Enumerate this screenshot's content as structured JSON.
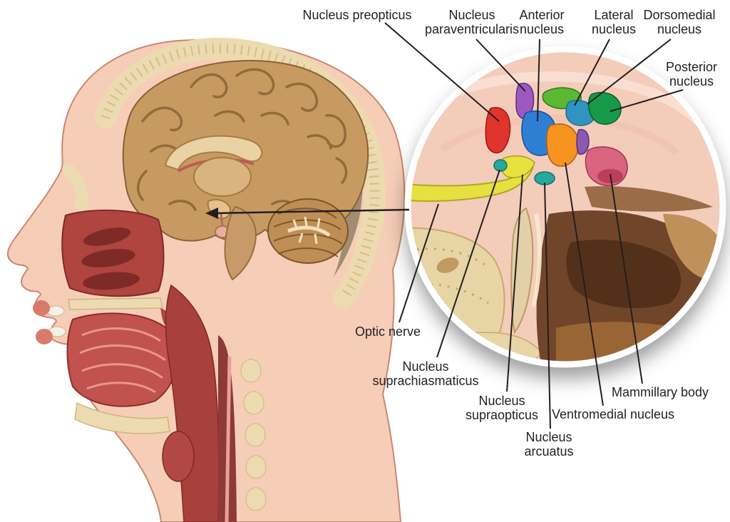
{
  "labels": {
    "preopticus": "Nucleus preopticus",
    "paraventricularis": "Nucleus\nparaventricularis",
    "anterior": "Anterior\nnucleus",
    "lateral": "Lateral\nnucleus",
    "dorsomedial": "Dorsomedial\nnucleus",
    "posterior": "Posterior\nnucleus",
    "optic_nerve": "Optic nerve",
    "suprachiasmaticus": "Nucleus\nsuprachiasmaticus",
    "supraopticus": "Nucleus\nsupraopticus",
    "arcuatus": "Nucleus\narcuatus",
    "ventromedial": "Ventromedial nucleus",
    "mammillary": "Mammillary body"
  },
  "colors": {
    "preopticus": "#e0332b",
    "paraventricularis": "#9c59c0",
    "anterior": "#2e7fd4",
    "lateral": "#5ab832",
    "dorsomedial": "#2f94c0",
    "posterior": "#169a4a",
    "ventromedial": "#f79420",
    "supraopticus": "#e9e23e",
    "suprachiasmaticus": "#27a79e",
    "arcuatus": "#27a79e",
    "mammillary": "#d9647f",
    "optic_nerve": "#e6e041",
    "leader_line": "#231f20"
  }
}
